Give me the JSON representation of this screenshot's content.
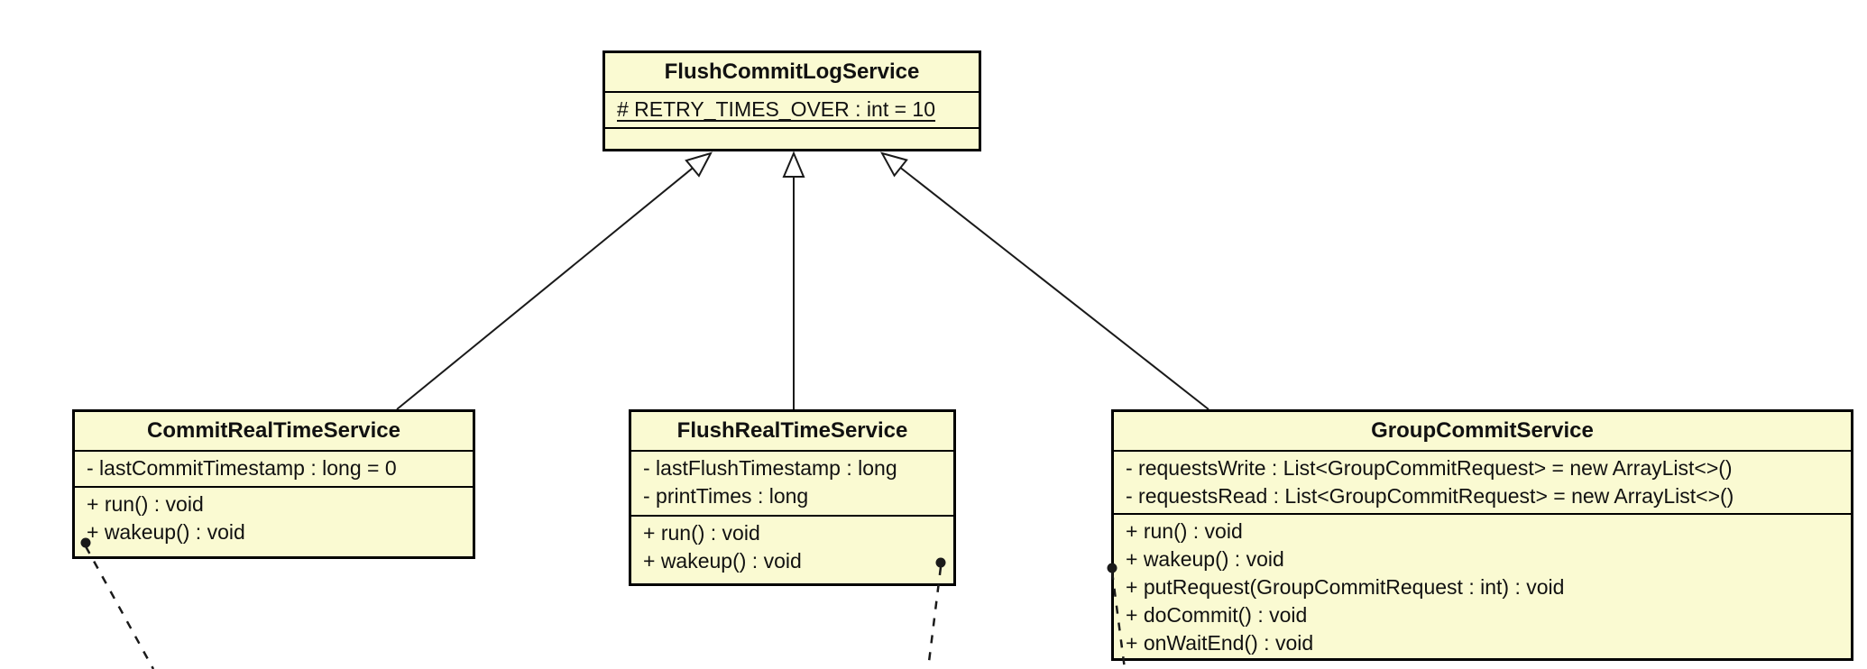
{
  "diagram": {
    "type": "uml-class-diagram",
    "background_color": "#ffffff",
    "class_fill_color": "#fafad2",
    "class_border_color": "#000000",
    "classes": [
      {
        "name": "FlushCommitLogService",
        "attributes": [
          "# RETRY_TIMES_OVER : int = 10"
        ],
        "attributes_static": true,
        "methods": []
      },
      {
        "name": "CommitRealTimeService",
        "attributes": [
          "- lastCommitTimestamp : long = 0"
        ],
        "methods": [
          "+ run() : void",
          "+ wakeup() : void"
        ]
      },
      {
        "name": "FlushRealTimeService",
        "attributes": [
          "- lastFlushTimestamp : long",
          "- printTimes : long"
        ],
        "methods": [
          "+ run() : void",
          "+ wakeup() : void"
        ]
      },
      {
        "name": "GroupCommitService",
        "attributes": [
          "- requestsWrite : List<GroupCommitRequest> = new ArrayList<>()",
          "- requestsRead : List<GroupCommitRequest> = new ArrayList<>()"
        ],
        "methods": [
          "+ run() : void",
          "+ wakeup() : void",
          "+ putRequest(GroupCommitRequest : int) : void",
          "+ doCommit() : void",
          "+ onWaitEnd() : void"
        ]
      }
    ],
    "relations": [
      {
        "type": "generalization",
        "from": "CommitRealTimeService",
        "to": "FlushCommitLogService"
      },
      {
        "type": "generalization",
        "from": "FlushRealTimeService",
        "to": "FlushCommitLogService"
      },
      {
        "type": "generalization",
        "from": "GroupCommitService",
        "to": "FlushCommitLogService"
      },
      {
        "type": "note-anchor",
        "attached_to": "CommitRealTimeService + wakeup() : void"
      },
      {
        "type": "note-anchor",
        "attached_to": "FlushRealTimeService + wakeup() : void"
      },
      {
        "type": "note-anchor",
        "attached_to": "GroupCommitService + wakeup() : void"
      }
    ]
  }
}
